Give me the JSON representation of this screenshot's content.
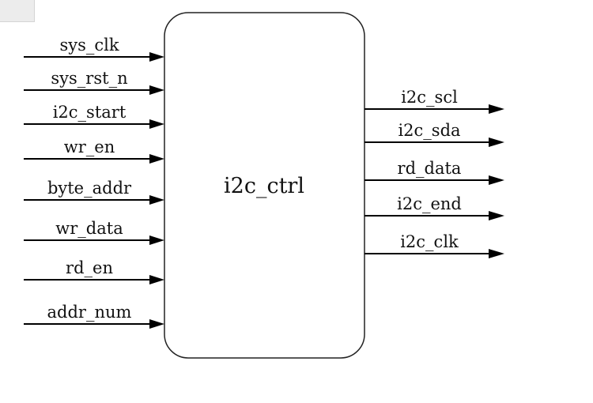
{
  "module": {
    "name": "i2c_ctrl"
  },
  "inputs": [
    {
      "label": "sys_clk"
    },
    {
      "label": "sys_rst_n"
    },
    {
      "label": "i2c_start"
    },
    {
      "label": "wr_en"
    },
    {
      "label": "byte_addr"
    },
    {
      "label": "wr_data"
    },
    {
      "label": "rd_en"
    },
    {
      "label": "addr_num"
    }
  ],
  "outputs": [
    {
      "label": "i2c_scl"
    },
    {
      "label": "i2c_sda"
    },
    {
      "label": "rd_data"
    },
    {
      "label": "i2c_end"
    },
    {
      "label": "i2c_clk"
    }
  ]
}
